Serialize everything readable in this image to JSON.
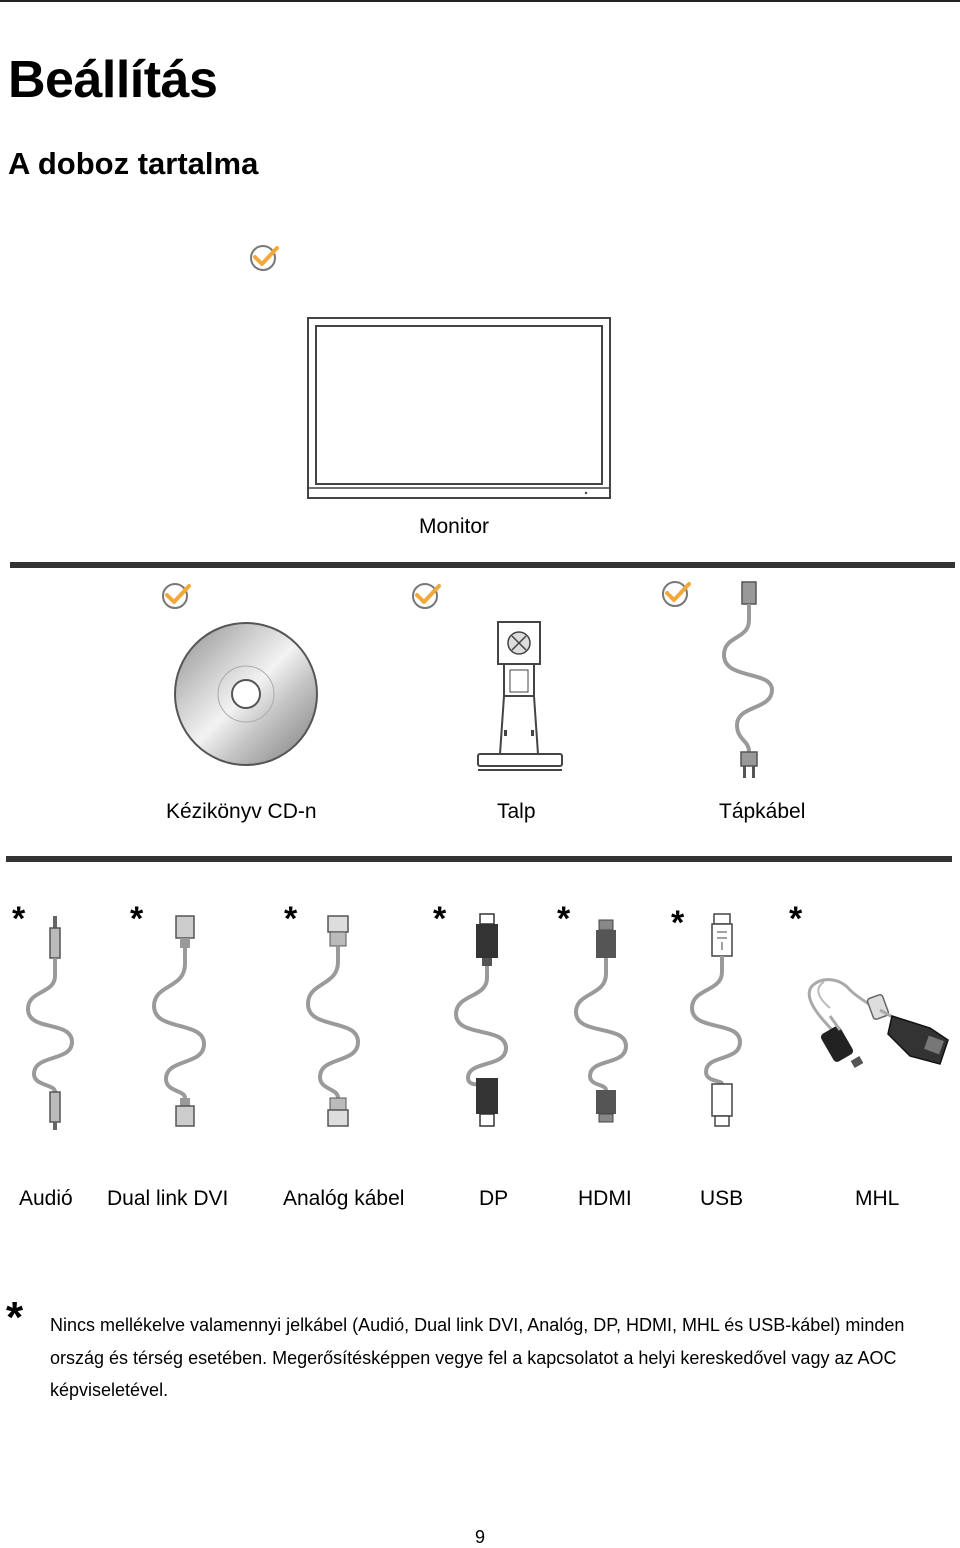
{
  "page": {
    "title": "Beállítás",
    "subtitle": "A doboz tartalma",
    "page_number": "9"
  },
  "included": {
    "monitor_label": "Monitor",
    "cd_label": "Kézikönyv CD-n",
    "stand_label": "Talp",
    "power_label": "Tápkábel"
  },
  "optional": {
    "audio_label": "Audió",
    "dvi_label": "Dual link DVI",
    "vga_label": "Analóg kábel",
    "dp_label": "DP",
    "hdmi_label": "HDMI",
    "usb_label": "USB",
    "mhl_label": "MHL",
    "star_symbol": "*"
  },
  "footnote": {
    "symbol": "*",
    "text": "Nincs mellékelve valamennyi jelkábel (Audió, Dual link DVI, Analóg, DP, HDMI, MHL és USB-kábel) minden ország és térség esetében. Megerősítésképpen vegye fel a kapcsolatot a helyi kereskedővel vagy az AOC képviseletével."
  },
  "colors": {
    "check": "#f2a93b",
    "cable": "#9a9a9a",
    "rule": "#333333"
  },
  "icons": [
    "check-icon",
    "monitor-icon",
    "cd-icon",
    "stand-icon",
    "power-cable-icon",
    "audio-cable-icon",
    "dvi-cable-icon",
    "vga-cable-icon",
    "dp-cable-icon",
    "hdmi-cable-icon",
    "usb-cable-icon",
    "mhl-cable-icon"
  ]
}
